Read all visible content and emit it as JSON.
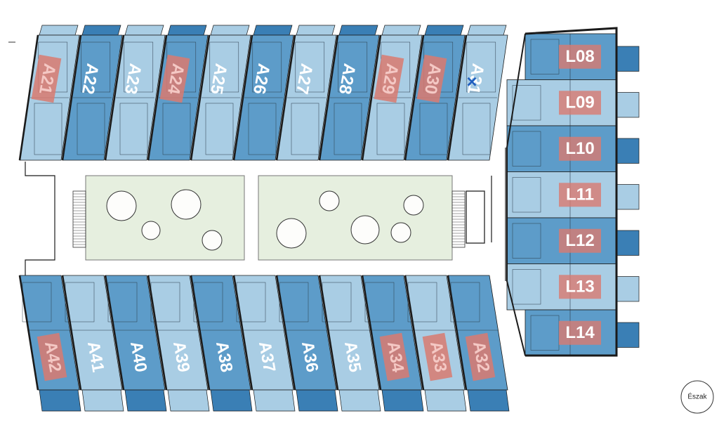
{
  "plan": {
    "colors": {
      "light_blue": "#a9cde4",
      "mid_blue": "#5d9cc9",
      "dark_blue": "#3a7fb5",
      "wall": "#1a1a1a",
      "garden": "#e6efdf",
      "sold_marker": "#d97a70"
    },
    "north": {
      "label": "Észak"
    },
    "marker": {
      "symbol": "✕",
      "unit": "A31"
    },
    "upper_row": [
      {
        "id": "A21",
        "sold": true
      },
      {
        "id": "A22",
        "sold": false
      },
      {
        "id": "A23",
        "sold": false
      },
      {
        "id": "A24",
        "sold": true
      },
      {
        "id": "A25",
        "sold": false
      },
      {
        "id": "A26",
        "sold": false
      },
      {
        "id": "A27",
        "sold": false
      },
      {
        "id": "A28",
        "sold": false
      },
      {
        "id": "A29",
        "sold": true
      },
      {
        "id": "A30",
        "sold": true
      },
      {
        "id": "A31",
        "sold": false
      }
    ],
    "lower_row": [
      {
        "id": "A42",
        "sold": true
      },
      {
        "id": "A41",
        "sold": false
      },
      {
        "id": "A40",
        "sold": false
      },
      {
        "id": "A39",
        "sold": false
      },
      {
        "id": "A38",
        "sold": false
      },
      {
        "id": "A37",
        "sold": false
      },
      {
        "id": "A36",
        "sold": false
      },
      {
        "id": "A35",
        "sold": false
      },
      {
        "id": "A34",
        "sold": true
      },
      {
        "id": "A33",
        "sold": true
      },
      {
        "id": "A32",
        "sold": true
      }
    ],
    "right_column": [
      {
        "id": "L08"
      },
      {
        "id": "L09"
      },
      {
        "id": "L10"
      },
      {
        "id": "L11"
      },
      {
        "id": "L12"
      },
      {
        "id": "L13"
      },
      {
        "id": "L14"
      }
    ]
  }
}
